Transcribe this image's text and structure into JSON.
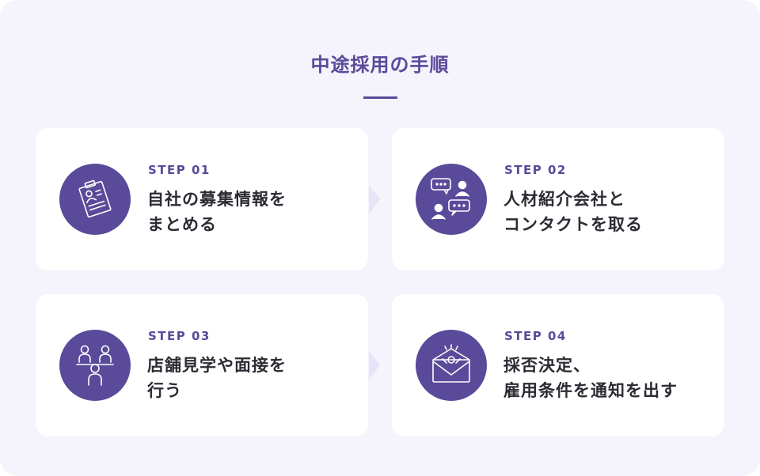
{
  "title": "中途採用の手順",
  "colors": {
    "accent": "#5a4a9a",
    "background": "#f5f3fc",
    "card": "#ffffff",
    "arrow": "#e8e4f7"
  },
  "steps": [
    {
      "label": "STEP 01",
      "text": "自社の募集情報を\nまとめる",
      "icon": "clipboard-resume-icon"
    },
    {
      "label": "STEP 02",
      "text": "人材紹介会社と\nコンタクトを取る",
      "icon": "chat-people-icon"
    },
    {
      "label": "STEP 03",
      "text": "店舗見学や面接を\n行う",
      "icon": "interview-icon"
    },
    {
      "label": "STEP 04",
      "text": "採否決定、\n雇用条件を通知を出す",
      "icon": "celebration-envelope-icon"
    }
  ]
}
